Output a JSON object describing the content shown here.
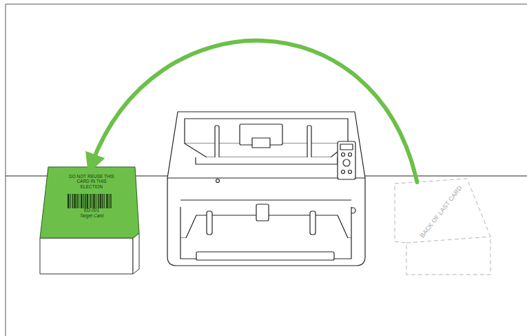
{
  "diagram": {
    "nodes": [
      {
        "text": [
          "DO NOT REUSE THIS CARD IN THIS ELECTION",
          "ED-001",
          "Target Card"
        ]
      },
      {
        "text": [
          "BACK OF LAST CARD"
        ]
      }
    ],
    "edges": [
      {
        "from": 1,
        "to": 0,
        "arrow": "to"
      }
    ]
  }
}
